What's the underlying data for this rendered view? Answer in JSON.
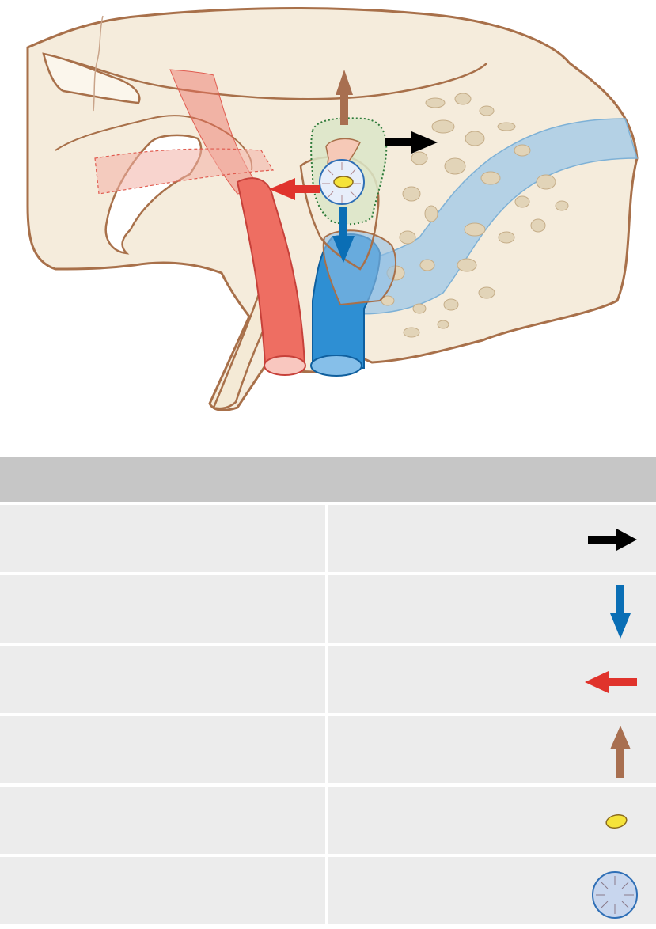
{
  "legend": {
    "header": "",
    "rows": [
      {
        "name": "",
        "description": "",
        "symbol": "black-arrow-right",
        "color": "#000000"
      },
      {
        "name": "",
        "description": "",
        "symbol": "blue-arrow-down",
        "color": "#0a6eb5"
      },
      {
        "name": "",
        "description": "",
        "symbol": "red-arrow-left",
        "color": "#e0332c"
      },
      {
        "name": "",
        "description": "",
        "symbol": "brown-arrow-up",
        "color": "#a86f50"
      },
      {
        "name": "",
        "description": "",
        "symbol": "yellow-oval",
        "color": "#f5e33a"
      },
      {
        "name": "",
        "description": "",
        "symbol": "tympanic-membrane-disc",
        "color": "#c8d6ee"
      }
    ]
  },
  "colors": {
    "bone": "#f5ecdc",
    "bone_outline": "#a8704a",
    "sigmoid_sinus": "#a8cde6",
    "artery": "#ee6e62",
    "jugular_vein": "#2e8fd3",
    "lesion_zone": "#dbe6c8",
    "lesion_border": "#2e7b3a",
    "marrow": "#e2d4b8"
  }
}
